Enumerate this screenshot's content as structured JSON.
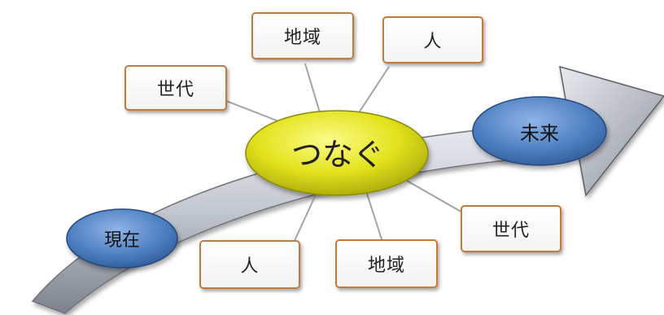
{
  "center": {
    "label": "つなぐ"
  },
  "start": {
    "label": "現在"
  },
  "goal": {
    "label": "未来"
  },
  "boxes": {
    "upper_left": "世代",
    "upper_middle": "地域",
    "upper_right": "人",
    "lower_left": "人",
    "lower_middle": "地域",
    "lower_right": "世代"
  },
  "colors": {
    "center_fill": "#e6e41e",
    "ellipse_blue": "#4a7dc0",
    "box_border": "#c07a3c",
    "arrow_gray": "#b8bcc6"
  }
}
